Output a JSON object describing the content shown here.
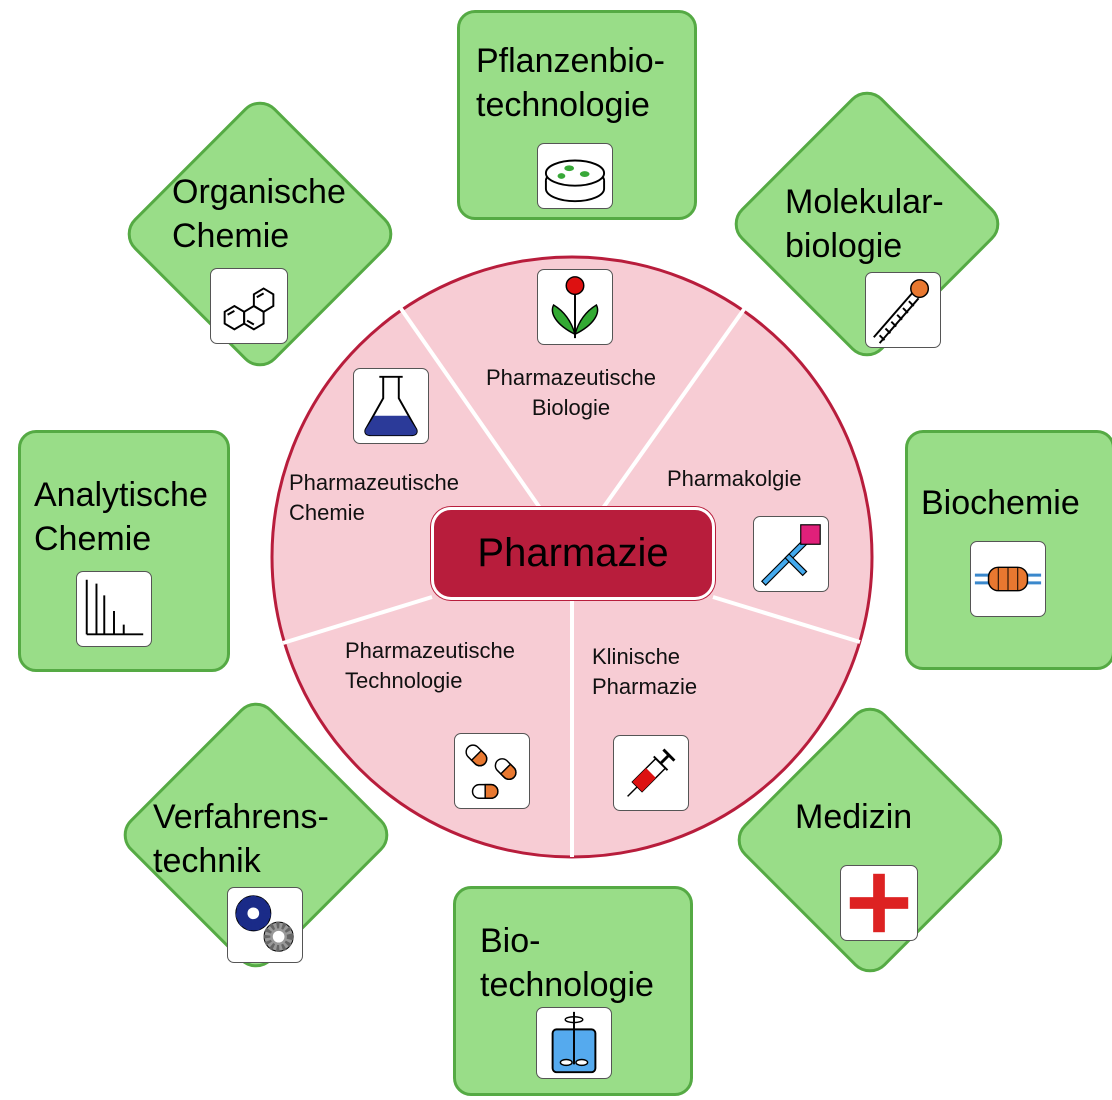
{
  "colors": {
    "tile_fill": "#99dd88",
    "tile_border": "#55aa44",
    "circle_fill": "#f7ccd4",
    "circle_border": "#b81d3c",
    "center_fill": "#b81d3c"
  },
  "center": {
    "label": "Pharmazie"
  },
  "sectors": [
    {
      "id": "biologie",
      "label": "Pharmazeutische\nBiologie",
      "icon": "flower-icon"
    },
    {
      "id": "chemie",
      "label": "Pharmazeutische\nChemie",
      "icon": "flask-icon"
    },
    {
      "id": "pharmakologie",
      "label": "Pharmakolgie",
      "icon": "receptor-icon"
    },
    {
      "id": "technologie",
      "label": "Pharmazeutische\nTechnologie",
      "icon": "capsules-icon"
    },
    {
      "id": "klinische",
      "label": "Klinische\nPharmazie",
      "icon": "syringe-icon"
    }
  ],
  "fields": [
    {
      "id": "pflanzen",
      "label": "Pflanzenbio-\ntechnologie",
      "icon": "petri-dish-icon"
    },
    {
      "id": "molekular",
      "label": "Molekular-\nbiologie",
      "icon": "dna-icon"
    },
    {
      "id": "biochemie",
      "label": "Biochemie",
      "icon": "protein-icon"
    },
    {
      "id": "medizin",
      "label": "Medizin",
      "icon": "red-cross-icon"
    },
    {
      "id": "biotech",
      "label": "Bio-\ntechnologie",
      "icon": "bioreactor-icon"
    },
    {
      "id": "verfahren",
      "label": "Verfahrens-\ntechnik",
      "icon": "gears-icon"
    },
    {
      "id": "analytische",
      "label": "Analytische\nChemie",
      "icon": "spectrum-icon"
    },
    {
      "id": "organische",
      "label": "Organische\nChemie",
      "icon": "aromatic-ring-icon"
    }
  ]
}
